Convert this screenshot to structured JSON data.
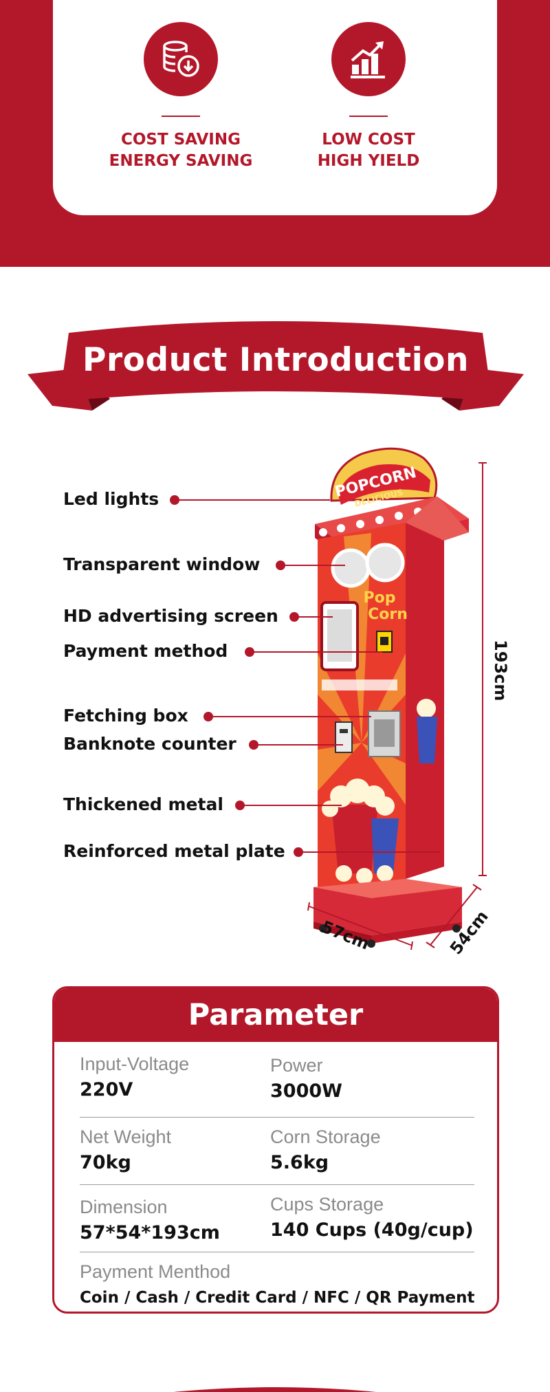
{
  "features": [
    {
      "icon": "coin-stack-down-icon",
      "line1": "COST SAVING",
      "line2": "ENERGY SAVING"
    },
    {
      "icon": "bar-chart-up-icon",
      "line1": "LOW COST",
      "line2": "HIGH YIELD"
    }
  ],
  "intro": {
    "title": "Product Introduction",
    "callouts": [
      "Led lights",
      "Transparent window",
      "HD advertising screen",
      "Payment method",
      "Fetching box",
      "Banknote counter",
      "Thickened metal",
      "Reinforced metal plate"
    ],
    "machine_sign_top": "POPCORN",
    "machine_sign_bottom": "DELICIOUS",
    "machine_logo_1": "Pop",
    "machine_logo_2": "Corn",
    "height_label": "193cm",
    "width_label": "57cm",
    "depth_label": "54cm"
  },
  "parameter": {
    "title": "Parameter",
    "rows": [
      [
        {
          "label": "Input-Voltage",
          "value": "220V"
        },
        {
          "label": "Power",
          "value": "3000W"
        }
      ],
      [
        {
          "label": "Net Weight",
          "value": "70kg"
        },
        {
          "label": "Corn Storage",
          "value": "5.6kg"
        }
      ],
      [
        {
          "label": "Dimension",
          "value": "57*54*193cm"
        },
        {
          "label": "Cups Storage",
          "value": "140 Cups (40g/cup)"
        }
      ]
    ],
    "payment": {
      "label": "Payment Menthod",
      "value": "Coin / Cash / Credit Card / NFC / QR Payment"
    }
  },
  "colors": {
    "brand_red": "#b3172a",
    "dark_red": "#8a0f1e",
    "label_gray": "#8a8a8a"
  }
}
